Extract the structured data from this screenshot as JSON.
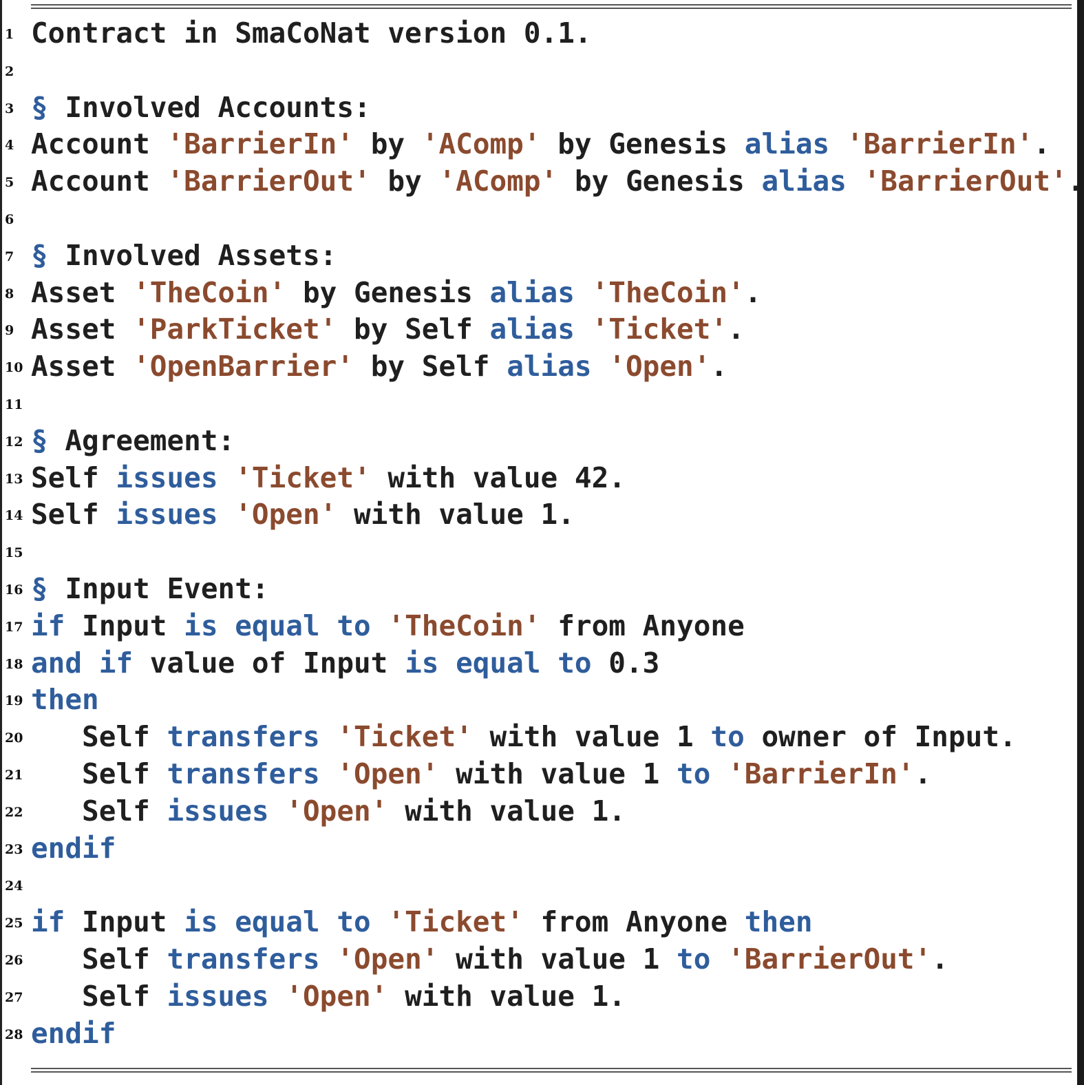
{
  "colors": {
    "keyword": "#2f5d9c",
    "string": "#8b4a2e",
    "plain": "#1f1f1f"
  },
  "code_lines": [
    {
      "n": "1",
      "tokens": [
        {
          "t": "Contract in SmaCoNat version 0.1.",
          "c": "plain"
        }
      ]
    },
    {
      "n": "2",
      "tokens": []
    },
    {
      "n": "3",
      "tokens": [
        {
          "t": "§",
          "c": "kw"
        },
        {
          "t": " Involved Accounts:",
          "c": "plain"
        }
      ]
    },
    {
      "n": "4",
      "tokens": [
        {
          "t": "Account ",
          "c": "plain"
        },
        {
          "t": "'BarrierIn'",
          "c": "str"
        },
        {
          "t": " by ",
          "c": "plain"
        },
        {
          "t": "'AComp'",
          "c": "str"
        },
        {
          "t": " by Genesis ",
          "c": "plain"
        },
        {
          "t": "alias",
          "c": "kw"
        },
        {
          "t": " ",
          "c": "plain"
        },
        {
          "t": "'BarrierIn'",
          "c": "str"
        },
        {
          "t": ".",
          "c": "plain"
        }
      ]
    },
    {
      "n": "5",
      "tokens": [
        {
          "t": "Account ",
          "c": "plain"
        },
        {
          "t": "'BarrierOut'",
          "c": "str"
        },
        {
          "t": " by ",
          "c": "plain"
        },
        {
          "t": "'AComp'",
          "c": "str"
        },
        {
          "t": " by Genesis ",
          "c": "plain"
        },
        {
          "t": "alias",
          "c": "kw"
        },
        {
          "t": " ",
          "c": "plain"
        },
        {
          "t": "'BarrierOut'",
          "c": "str"
        },
        {
          "t": ".",
          "c": "plain"
        }
      ]
    },
    {
      "n": "6",
      "tokens": []
    },
    {
      "n": "7",
      "tokens": [
        {
          "t": "§",
          "c": "kw"
        },
        {
          "t": " Involved Assets:",
          "c": "plain"
        }
      ]
    },
    {
      "n": "8",
      "tokens": [
        {
          "t": "Asset ",
          "c": "plain"
        },
        {
          "t": "'TheCoin'",
          "c": "str"
        },
        {
          "t": " by Genesis ",
          "c": "plain"
        },
        {
          "t": "alias",
          "c": "kw"
        },
        {
          "t": " ",
          "c": "plain"
        },
        {
          "t": "'TheCoin'",
          "c": "str"
        },
        {
          "t": ".",
          "c": "plain"
        }
      ]
    },
    {
      "n": "9",
      "tokens": [
        {
          "t": "Asset ",
          "c": "plain"
        },
        {
          "t": "'ParkTicket'",
          "c": "str"
        },
        {
          "t": " by Self ",
          "c": "plain"
        },
        {
          "t": "alias",
          "c": "kw"
        },
        {
          "t": " ",
          "c": "plain"
        },
        {
          "t": "'Ticket'",
          "c": "str"
        },
        {
          "t": ".",
          "c": "plain"
        }
      ]
    },
    {
      "n": "10",
      "tokens": [
        {
          "t": "Asset ",
          "c": "plain"
        },
        {
          "t": "'OpenBarrier'",
          "c": "str"
        },
        {
          "t": " by Self ",
          "c": "plain"
        },
        {
          "t": "alias",
          "c": "kw"
        },
        {
          "t": " ",
          "c": "plain"
        },
        {
          "t": "'Open'",
          "c": "str"
        },
        {
          "t": ".",
          "c": "plain"
        }
      ]
    },
    {
      "n": "11",
      "tokens": []
    },
    {
      "n": "12",
      "tokens": [
        {
          "t": "§",
          "c": "kw"
        },
        {
          "t": " Agreement:",
          "c": "plain"
        }
      ]
    },
    {
      "n": "13",
      "tokens": [
        {
          "t": "Self ",
          "c": "plain"
        },
        {
          "t": "issues",
          "c": "kw"
        },
        {
          "t": " ",
          "c": "plain"
        },
        {
          "t": "'Ticket'",
          "c": "str"
        },
        {
          "t": " with value 42.",
          "c": "plain"
        }
      ]
    },
    {
      "n": "14",
      "tokens": [
        {
          "t": "Self ",
          "c": "plain"
        },
        {
          "t": "issues",
          "c": "kw"
        },
        {
          "t": " ",
          "c": "plain"
        },
        {
          "t": "'Open'",
          "c": "str"
        },
        {
          "t": " with value 1.",
          "c": "plain"
        }
      ]
    },
    {
      "n": "15",
      "tokens": []
    },
    {
      "n": "16",
      "tokens": [
        {
          "t": "§",
          "c": "kw"
        },
        {
          "t": " Input Event:",
          "c": "plain"
        }
      ]
    },
    {
      "n": "17",
      "tokens": [
        {
          "t": "if",
          "c": "kw"
        },
        {
          "t": " Input ",
          "c": "plain"
        },
        {
          "t": "is equal to",
          "c": "kw"
        },
        {
          "t": " ",
          "c": "plain"
        },
        {
          "t": "'TheCoin'",
          "c": "str"
        },
        {
          "t": " from Anyone",
          "c": "plain"
        }
      ]
    },
    {
      "n": "18",
      "tokens": [
        {
          "t": "and if",
          "c": "kw"
        },
        {
          "t": " value of Input ",
          "c": "plain"
        },
        {
          "t": "is equal to",
          "c": "kw"
        },
        {
          "t": " 0.3",
          "c": "plain"
        }
      ]
    },
    {
      "n": "19",
      "tokens": [
        {
          "t": "then",
          "c": "kw"
        }
      ]
    },
    {
      "n": "20",
      "tokens": [
        {
          "t": "   Self ",
          "c": "plain"
        },
        {
          "t": "transfers",
          "c": "kw"
        },
        {
          "t": " ",
          "c": "plain"
        },
        {
          "t": "'Ticket'",
          "c": "str"
        },
        {
          "t": " with value 1 ",
          "c": "plain"
        },
        {
          "t": "to",
          "c": "kw"
        },
        {
          "t": " owner of Input.",
          "c": "plain"
        }
      ]
    },
    {
      "n": "21",
      "tokens": [
        {
          "t": "   Self ",
          "c": "plain"
        },
        {
          "t": "transfers",
          "c": "kw"
        },
        {
          "t": " ",
          "c": "plain"
        },
        {
          "t": "'Open'",
          "c": "str"
        },
        {
          "t": " with value 1 ",
          "c": "plain"
        },
        {
          "t": "to",
          "c": "kw"
        },
        {
          "t": " ",
          "c": "plain"
        },
        {
          "t": "'BarrierIn'",
          "c": "str"
        },
        {
          "t": ".",
          "c": "plain"
        }
      ]
    },
    {
      "n": "22",
      "tokens": [
        {
          "t": "   Self ",
          "c": "plain"
        },
        {
          "t": "issues",
          "c": "kw"
        },
        {
          "t": " ",
          "c": "plain"
        },
        {
          "t": "'Open'",
          "c": "str"
        },
        {
          "t": " with value 1.",
          "c": "plain"
        }
      ]
    },
    {
      "n": "23",
      "tokens": [
        {
          "t": "endif",
          "c": "kw"
        }
      ]
    },
    {
      "n": "24",
      "tokens": []
    },
    {
      "n": "25",
      "tokens": [
        {
          "t": "if",
          "c": "kw"
        },
        {
          "t": " Input ",
          "c": "plain"
        },
        {
          "t": "is equal to",
          "c": "kw"
        },
        {
          "t": " ",
          "c": "plain"
        },
        {
          "t": "'Ticket'",
          "c": "str"
        },
        {
          "t": " from Anyone ",
          "c": "plain"
        },
        {
          "t": "then",
          "c": "kw"
        }
      ]
    },
    {
      "n": "26",
      "tokens": [
        {
          "t": "   Self ",
          "c": "plain"
        },
        {
          "t": "transfers",
          "c": "kw"
        },
        {
          "t": " ",
          "c": "plain"
        },
        {
          "t": "'Open'",
          "c": "str"
        },
        {
          "t": " with value 1 ",
          "c": "plain"
        },
        {
          "t": "to",
          "c": "kw"
        },
        {
          "t": " ",
          "c": "plain"
        },
        {
          "t": "'BarrierOut'",
          "c": "str"
        },
        {
          "t": ".",
          "c": "plain"
        }
      ]
    },
    {
      "n": "27",
      "tokens": [
        {
          "t": "   Self ",
          "c": "plain"
        },
        {
          "t": "issues",
          "c": "kw"
        },
        {
          "t": " ",
          "c": "plain"
        },
        {
          "t": "'Open'",
          "c": "str"
        },
        {
          "t": " with value 1.",
          "c": "plain"
        }
      ]
    },
    {
      "n": "28",
      "tokens": [
        {
          "t": "endif",
          "c": "kw"
        }
      ]
    }
  ]
}
